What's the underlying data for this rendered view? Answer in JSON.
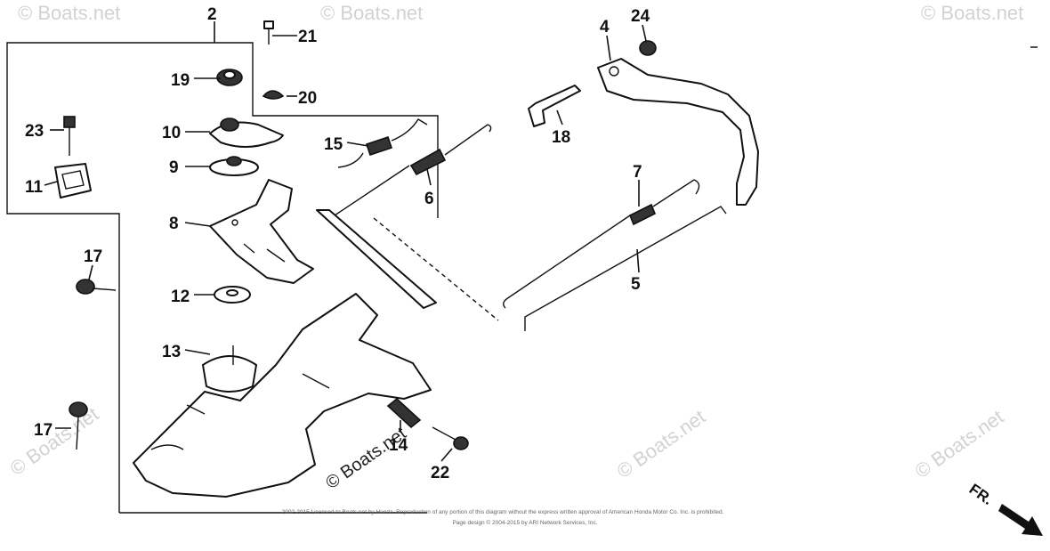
{
  "callouts": {
    "c2": "2",
    "c4": "4",
    "c5": "5",
    "c6": "6",
    "c7": "7",
    "c8": "8",
    "c9": "9",
    "c10": "10",
    "c11": "11",
    "c12": "12",
    "c13": "13",
    "c14": "14",
    "c15": "15",
    "c17a": "17",
    "c17b": "17",
    "c18": "18",
    "c19": "19",
    "c20": "20",
    "c21": "21",
    "c22": "22",
    "c23": "23",
    "c24": "24"
  },
  "watermark": "© Boats.net",
  "direction_label": "FR.",
  "copyright": {
    "line1": "2002-2015 Licensed to Boats.net by Honda. Reproduction of any portion of this diagram without the express written approval of American Honda Motor Co. Inc. is prohibited.",
    "line2": "Page design © 2004-2015 by ARI Network Services, Inc."
  }
}
